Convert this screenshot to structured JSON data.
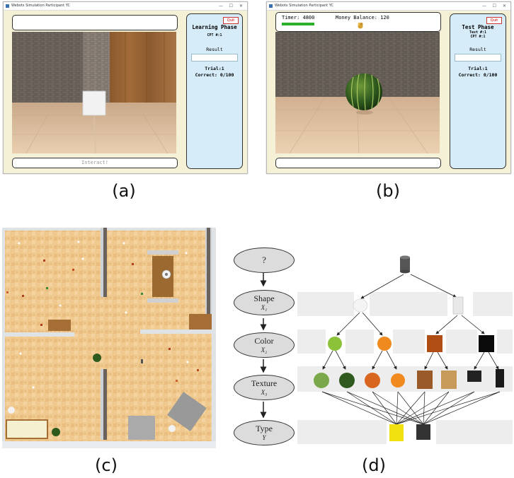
{
  "window": {
    "title": "Webots Simulation Participant YC",
    "controls": [
      "—",
      "☐",
      "✕"
    ],
    "quit_label": "Quit"
  },
  "panel_a": {
    "phase": "Learning Phase",
    "cpt": "CPT #:1",
    "result_label": "Result",
    "trial": "Trial:1",
    "correct": "Correct: 0/100",
    "interact_label": "Interact!",
    "caption": "(a)"
  },
  "panel_b": {
    "timer": "Timer: 4800",
    "money_balance": "Money Balance: 120",
    "timer_fill": 0.35,
    "phase": "Test Phase",
    "test_no": "Test #:1",
    "cpt": "CPT #:1",
    "result_label": "Result",
    "trial": "Trial:1",
    "correct": "Correct: 0/100",
    "caption": "(b)"
  },
  "panel_c": {
    "caption": "(c)"
  },
  "panel_d": {
    "caption": "(d)",
    "nodes": [
      {
        "label": "?",
        "var": ""
      },
      {
        "label": "Shape",
        "var": "X₁"
      },
      {
        "label": "Color",
        "var": "X₂"
      },
      {
        "label": "Texture",
        "var": "X₃"
      },
      {
        "label": "Type",
        "var": "Y"
      }
    ]
  },
  "colors": {
    "window_bg": "#f5f1d6",
    "side_panel": "#d6ecf8",
    "timer_bar": "#2bb02b",
    "quit_red": "#cc0000",
    "floor_tile": "#f0c98f"
  }
}
